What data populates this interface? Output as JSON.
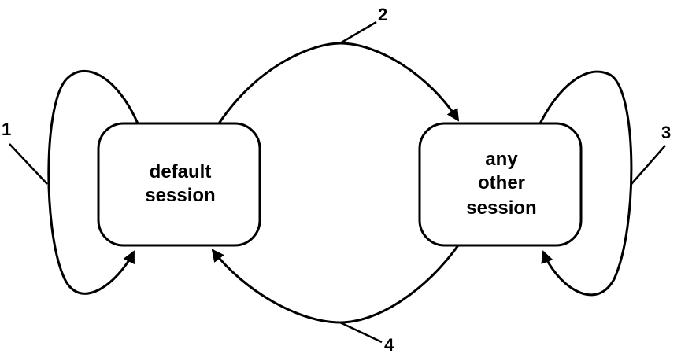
{
  "states": [
    {
      "id": "default",
      "lines": [
        "default",
        "session"
      ]
    },
    {
      "id": "other",
      "lines": [
        "any",
        "other",
        "session"
      ]
    }
  ],
  "transitions": [
    {
      "label": "1",
      "from": "default",
      "to": "default"
    },
    {
      "label": "2",
      "from": "default",
      "to": "other"
    },
    {
      "label": "3",
      "from": "other",
      "to": "other"
    },
    {
      "label": "4",
      "from": "other",
      "to": "default"
    }
  ],
  "colors": {
    "stroke": "#000000",
    "background": "#ffffff"
  }
}
